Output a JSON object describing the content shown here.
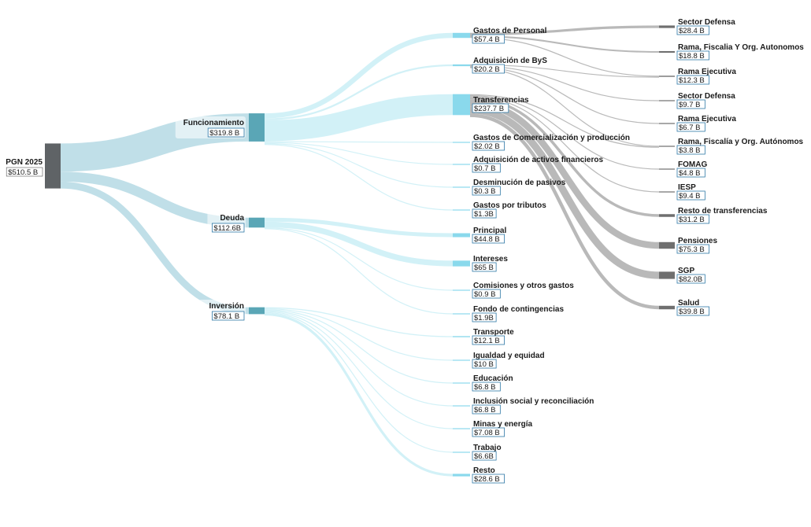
{
  "chart_data": {
    "type": "sankey",
    "title": "",
    "unit": "B",
    "colors": {
      "root_node": "#5f6366",
      "root_flow": "#b9dbe5",
      "level1_node": "#5aa6b6",
      "light_flow": "#cdeff6",
      "light_node": "#8ad9ec",
      "gray_flow": "#a8a8a8",
      "gray_node": "#6f6f6f",
      "value_box_border": "#2e78a6"
    },
    "nodes": [
      {
        "id": "pgn",
        "name": "PGN 2025",
        "value_label": "$510.5 B",
        "value": 510.5
      },
      {
        "id": "func",
        "name": "Funcionamiento",
        "value_label": "$319.8 B",
        "value": 319.8
      },
      {
        "id": "deuda",
        "name": "Deuda",
        "value_label": "$112.6B",
        "value": 112.6
      },
      {
        "id": "inv",
        "name": "Inversión",
        "value_label": "$78.1 B",
        "value": 78.1
      },
      {
        "id": "gp",
        "name": "Gastos de Personal",
        "value_label": "$57.4 B",
        "value": 57.4
      },
      {
        "id": "abys",
        "name": "Adquisición de ByS",
        "value_label": "$20.2 B",
        "value": 20.2
      },
      {
        "id": "transf",
        "name": "Transferencias",
        "value_label": "$237.7 B",
        "value": 237.7
      },
      {
        "id": "gcom",
        "name": "Gastos de Comercialización y producción",
        "value_label": "$2.02 B",
        "value": 2.02
      },
      {
        "id": "aaf",
        "name": "Adquisición de activos financieros",
        "value_label": "$0.7 B",
        "value": 0.7
      },
      {
        "id": "dpas",
        "name": "Desminución de pasivos",
        "value_label": "$0.3 B",
        "value": 0.3
      },
      {
        "id": "gtri",
        "name": "Gastos por tributos",
        "value_label": "$1.3B",
        "value": 1.3
      },
      {
        "id": "princ",
        "name": "Principal",
        "value_label": "$44.8 B",
        "value": 44.8
      },
      {
        "id": "inter",
        "name": "Intereses",
        "value_label": "$65 B",
        "value": 65
      },
      {
        "id": "comi",
        "name": "Comisiones y otros gastos",
        "value_label": "$0.9 B",
        "value": 0.9
      },
      {
        "id": "fcont",
        "name": "Fondo de contingencias",
        "value_label": "$1.9B",
        "value": 1.9
      },
      {
        "id": "transp",
        "name": "Transporte",
        "value_label": "$12.1 B",
        "value": 12.1
      },
      {
        "id": "igual",
        "name": "Igualdad y equidad",
        "value_label": "$10 B",
        "value": 10
      },
      {
        "id": "educ",
        "name": "Educación",
        "value_label": "$6.8 B",
        "value": 6.8
      },
      {
        "id": "incl",
        "name": "Inclusión social y reconciliación",
        "value_label": "$6.8 B",
        "value": 6.8
      },
      {
        "id": "minas",
        "name": "Minas y energía",
        "value_label": "$7.08 B",
        "value": 7.08
      },
      {
        "id": "trab",
        "name": "Trabajo",
        "value_label": "$6.6B",
        "value": 6.6
      },
      {
        "id": "resto",
        "name": "Resto",
        "value_label": "$28.6 B",
        "value": 28.6
      },
      {
        "id": "sd1",
        "name": "Sector Defensa",
        "value_label": "$28.4 B",
        "value": 28.4
      },
      {
        "id": "rf1",
        "name": "Rama, Fiscalia Y Org. Autonomos",
        "value_label": "$18.8 B",
        "value": 18.8
      },
      {
        "id": "re1",
        "name": "Rama Ejecutiva",
        "value_label": "$12.3 B",
        "value": 12.3
      },
      {
        "id": "sd2",
        "name": "Sector Defensa",
        "value_label": "$9.7 B",
        "value": 9.7
      },
      {
        "id": "re2",
        "name": "Rama Ejecutiva",
        "value_label": "$6.7 B",
        "value": 6.7
      },
      {
        "id": "rf2",
        "name": "Rama, Fiscalía y Org. Autónomos",
        "value_label": "$3.8 B",
        "value": 3.8
      },
      {
        "id": "fomag",
        "name": "FOMAG",
        "value_label": "$4.8 B",
        "value": 4.8
      },
      {
        "id": "iesp",
        "name": "IESP",
        "value_label": "$9.4 B",
        "value": 9.4
      },
      {
        "id": "rtransf",
        "name": "Resto de transferencias",
        "value_label": "$31.2 B",
        "value": 31.2
      },
      {
        "id": "pens",
        "name": "Pensiones",
        "value_label": "$75.3 B",
        "value": 75.3
      },
      {
        "id": "sgp",
        "name": "SGP",
        "value_label": "$82.0B",
        "value": 82.0
      },
      {
        "id": "salud",
        "name": "Salud",
        "value_label": "$39.8 B",
        "value": 39.8
      }
    ],
    "links": [
      {
        "source": "pgn",
        "target": "func",
        "value": 319.8
      },
      {
        "source": "pgn",
        "target": "deuda",
        "value": 112.6
      },
      {
        "source": "pgn",
        "target": "inv",
        "value": 78.1
      },
      {
        "source": "func",
        "target": "gp",
        "value": 57.4
      },
      {
        "source": "func",
        "target": "abys",
        "value": 20.2
      },
      {
        "source": "func",
        "target": "transf",
        "value": 237.7
      },
      {
        "source": "func",
        "target": "gcom",
        "value": 2.02
      },
      {
        "source": "func",
        "target": "aaf",
        "value": 0.7
      },
      {
        "source": "func",
        "target": "dpas",
        "value": 0.3
      },
      {
        "source": "func",
        "target": "gtri",
        "value": 1.3
      },
      {
        "source": "deuda",
        "target": "princ",
        "value": 44.8
      },
      {
        "source": "deuda",
        "target": "inter",
        "value": 65
      },
      {
        "source": "deuda",
        "target": "comi",
        "value": 0.9
      },
      {
        "source": "deuda",
        "target": "fcont",
        "value": 1.9
      },
      {
        "source": "inv",
        "target": "transp",
        "value": 12.1
      },
      {
        "source": "inv",
        "target": "igual",
        "value": 10
      },
      {
        "source": "inv",
        "target": "educ",
        "value": 6.8
      },
      {
        "source": "inv",
        "target": "incl",
        "value": 6.8
      },
      {
        "source": "inv",
        "target": "minas",
        "value": 7.08
      },
      {
        "source": "inv",
        "target": "trab",
        "value": 6.6
      },
      {
        "source": "inv",
        "target": "resto",
        "value": 28.6
      },
      {
        "source": "gp",
        "target": "sd1",
        "value": 28.4
      },
      {
        "source": "gp",
        "target": "rf1",
        "value": 18.8
      },
      {
        "source": "gp",
        "target": "re1",
        "value": 10.2
      },
      {
        "source": "abys",
        "target": "re1",
        "value": 2.1
      },
      {
        "source": "abys",
        "target": "sd2",
        "value": 9.7
      },
      {
        "source": "abys",
        "target": "re2",
        "value": 6.7
      },
      {
        "source": "abys",
        "target": "rf2",
        "value": 1.7
      },
      {
        "source": "transf",
        "target": "rf2",
        "value": 2.1
      },
      {
        "source": "transf",
        "target": "fomag",
        "value": 4.8
      },
      {
        "source": "transf",
        "target": "iesp",
        "value": 9.4
      },
      {
        "source": "transf",
        "target": "rtransf",
        "value": 31.2
      },
      {
        "source": "transf",
        "target": "pens",
        "value": 75.3
      },
      {
        "source": "transf",
        "target": "sgp",
        "value": 82.0
      },
      {
        "source": "transf",
        "target": "salud",
        "value": 39.8
      }
    ]
  }
}
